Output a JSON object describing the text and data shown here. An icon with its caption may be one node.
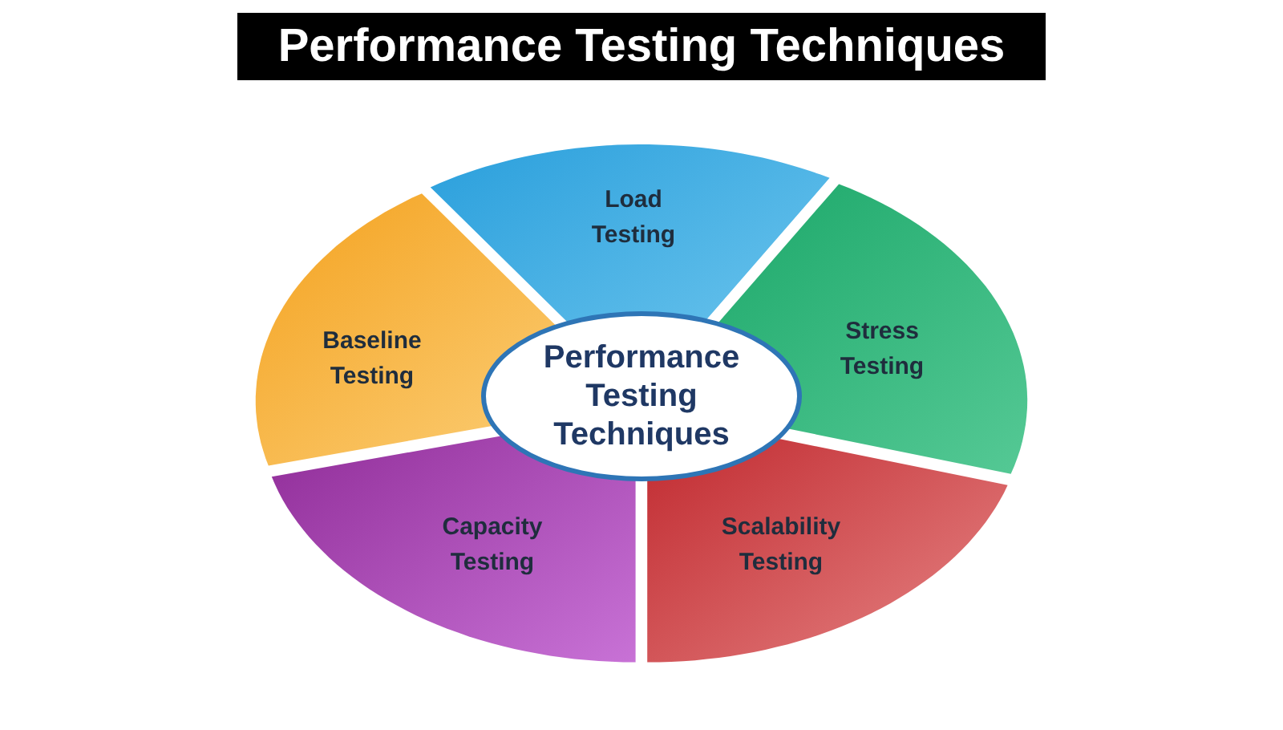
{
  "diagram": {
    "title": "Performance Testing Techniques",
    "nodes": [
      {
        "text": [
          "Performance Testing Techniques"
        ]
      },
      {
        "text": [
          "Load Testing"
        ]
      },
      {
        "text": [
          "Stress Testing"
        ]
      },
      {
        "text": [
          "Scalability Testing"
        ]
      },
      {
        "text": [
          "Capacity Testing"
        ]
      },
      {
        "text": [
          "Baseline Testing"
        ]
      }
    ]
  }
}
